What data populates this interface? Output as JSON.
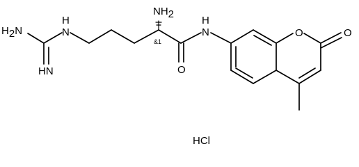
{
  "molecule": {
    "atoms": {
      "h2n_guanidine": "H",
      "h2n_guanidine_sub": "2",
      "h2n_guanidine_n": "N",
      "hn_imine": "HN",
      "nh_guanidine": "N",
      "nh_guanidine_h": "H",
      "nh2_alpha": "NH",
      "nh2_alpha_sub": "2",
      "nh_amide": "N",
      "nh_amide_h": "H",
      "o_amide": "O",
      "o_ring": "O",
      "o_carbonyl": "O"
    },
    "stereo_label": "&1",
    "counter_ion": "HCl"
  }
}
